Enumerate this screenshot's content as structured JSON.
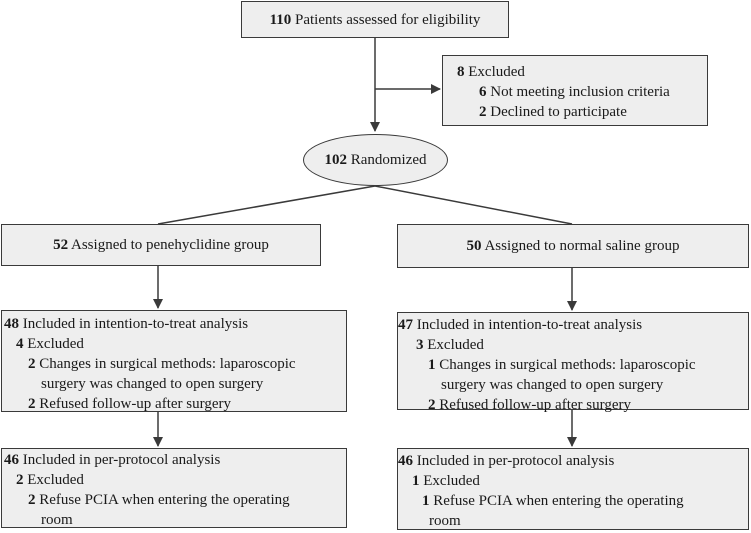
{
  "top": {
    "num": "110",
    "text": "Patients assessed for eligibility"
  },
  "excluded": {
    "num": "8",
    "text": "Excluded",
    "items": [
      {
        "num": "6",
        "text": "Not meeting inclusion criteria"
      },
      {
        "num": "2",
        "text": "Declined to participate"
      }
    ]
  },
  "randomized": {
    "num": "102",
    "text": "Randomized"
  },
  "left": {
    "assigned": {
      "num": "52",
      "text": "Assigned to penehyclidine group"
    },
    "itt": {
      "num": "48",
      "text": "Included in intention-to-treat analysis",
      "excl_num": "4",
      "excl_text": "Excluded",
      "r1_num": "2",
      "r1_line1": "Changes in surgical methods: laparoscopic",
      "r1_line2": "surgery was changed to open surgery",
      "r2_num": "2",
      "r2_text": "Refused follow-up after surgery"
    },
    "pp": {
      "num": "46",
      "text": "Included in per-protocol analysis",
      "excl_num": "2",
      "excl_text": "Excluded",
      "r1_num": "2",
      "r1_line1": "Refuse PCIA when entering the operating",
      "r1_line2": "room"
    }
  },
  "right": {
    "assigned": {
      "num": "50",
      "text": "Assigned to normal saline group"
    },
    "itt": {
      "num": "47",
      "text": "Included in intention-to-treat analysis",
      "excl_num": "3",
      "excl_text": "Excluded",
      "r1_num": "1",
      "r1_line1": "Changes in surgical methods: laparoscopic",
      "r1_line2": "surgery was changed to open surgery",
      "r2_num": "2",
      "r2_text": "Refused follow-up after surgery"
    },
    "pp": {
      "num": "46",
      "text": "Included in per-protocol analysis",
      "excl_num": "1",
      "excl_text": "Excluded",
      "r1_num": "1",
      "r1_line1": "Refuse PCIA when entering the operating",
      "r1_line2": "room"
    }
  }
}
